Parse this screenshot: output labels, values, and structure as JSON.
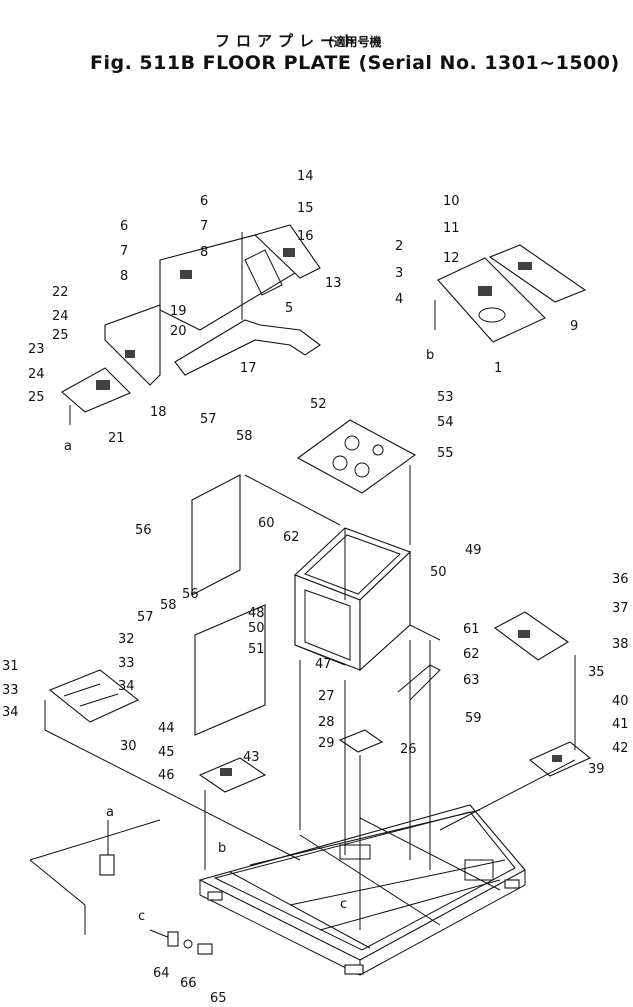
{
  "title": {
    "japanese": "フロアプレート",
    "japanese_serial": "(適用号機",
    "english": "Fig. 511B FLOOR PLATE (Serial No. 1301~1500)"
  },
  "callouts": [
    "1",
    "2",
    "3",
    "4",
    "5",
    "6",
    "7",
    "8",
    "9",
    "10",
    "11",
    "12",
    "13",
    "14",
    "15",
    "16",
    "17",
    "18",
    "19",
    "20",
    "21",
    "22",
    "23",
    "24",
    "25",
    "26",
    "27",
    "28",
    "29",
    "30",
    "31",
    "32",
    "33",
    "34",
    "35",
    "36",
    "37",
    "38",
    "39",
    "40",
    "41",
    "42",
    "43",
    "44",
    "45",
    "46",
    "47",
    "48",
    "49",
    "50",
    "51",
    "52",
    "53",
    "54",
    "55",
    "56",
    "57",
    "58",
    "59",
    "60",
    "61",
    "62",
    "63",
    "64",
    "65",
    "66"
  ],
  "reference_letters": [
    "a",
    "b",
    "c"
  ]
}
